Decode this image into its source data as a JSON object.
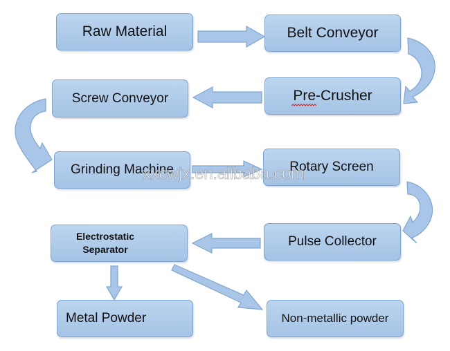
{
  "diagram": {
    "type": "flowchart",
    "title": "",
    "nodes": [
      {
        "id": "raw-material",
        "label": "Raw Material"
      },
      {
        "id": "belt-conveyor",
        "label": "Belt Conveyor"
      },
      {
        "id": "pre-crusher",
        "label": "Pre-Crusher"
      },
      {
        "id": "screw-conveyor",
        "label": "Screw Conveyor"
      },
      {
        "id": "grinding-machine",
        "label": "Grinding Machine"
      },
      {
        "id": "rotary-screen",
        "label": "Rotary Screen"
      },
      {
        "id": "pulse-collector",
        "label": "Pulse Collector"
      },
      {
        "id": "electrostatic-separator",
        "label_line1": "Electrostatic",
        "label_line2": "Separator"
      },
      {
        "id": "metal-powder",
        "label": "Metal Powder"
      },
      {
        "id": "non-metallic-powder",
        "label": "Non-metallic powder"
      }
    ],
    "edges": [
      {
        "from": "Raw Material",
        "to": "Belt Conveyor",
        "style": "straight-arrow"
      },
      {
        "from": "Belt Conveyor",
        "to": "Pre-Crusher",
        "style": "curved-arrow"
      },
      {
        "from": "Pre-Crusher",
        "to": "Screw Conveyor",
        "style": "straight-arrow"
      },
      {
        "from": "Screw Conveyor",
        "to": "Grinding Machine",
        "style": "curved-arrow"
      },
      {
        "from": "Grinding Machine",
        "to": "Rotary Screen",
        "style": "straight-arrow"
      },
      {
        "from": "Rotary Screen",
        "to": "Pulse Collector",
        "style": "curved-arrow"
      },
      {
        "from": "Pulse Collector",
        "to": "Electrostatic Separator",
        "style": "straight-arrow"
      },
      {
        "from": "Electrostatic Separator",
        "to": "Metal Powder",
        "style": "straight-arrow"
      },
      {
        "from": "Electrostatic Separator",
        "to": "Non-metallic powder",
        "style": "diagonal-arrow"
      }
    ],
    "colors": {
      "box_fill_top": "#bcd5ef",
      "box_fill_bottom": "#a5c3e5",
      "box_border": "#7fa6cf",
      "arrow_fill": "#a9c6e8"
    }
  },
  "watermark": "xxcwjx.en.alibaba.com"
}
